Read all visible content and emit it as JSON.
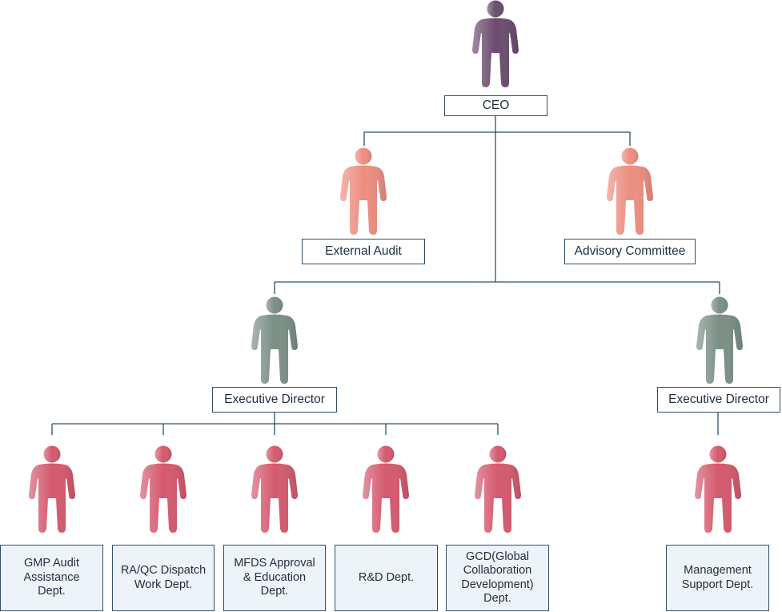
{
  "colors": {
    "line": "#2f4f6a",
    "box_border": "#2f4f6a",
    "dept_fill": "#eef3fa",
    "ceo_figure": "#6b4d6e",
    "advisor_figure": "#ec8e80",
    "executive_figure": "#7a8f85",
    "dept_figure": "#d45a6e"
  },
  "icons": {
    "person": "person-icon"
  },
  "nodes": {
    "ceo": "CEO",
    "external_audit": "External Audit",
    "advisory_committee": "Advisory Committee",
    "exec_director_1": "Executive Director",
    "exec_director_2": "Executive Director",
    "gmp_audit": "GMP Audit\nAssistance\nDept.",
    "raqc_dispatch": "RA/QC Dispatch\nWork Dept.",
    "mfds_approval": "MFDS Approval\n& Education\nDept.",
    "rnd": "R&D Dept.",
    "gcd": "GCD(Global\nCollaboration\nDevelopment)\nDept.",
    "management_support": "Management\nSupport Dept."
  }
}
